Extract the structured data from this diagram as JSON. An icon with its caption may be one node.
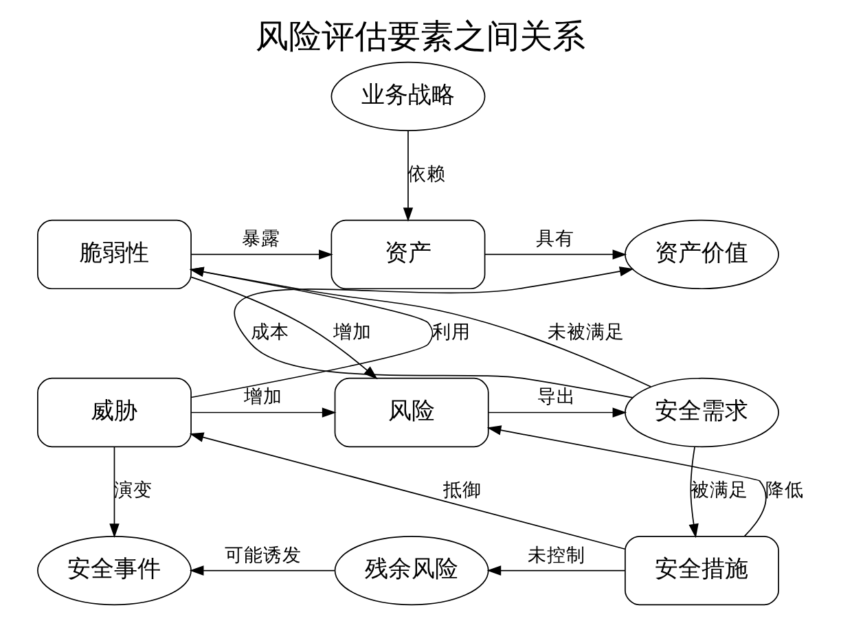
{
  "diagram": {
    "title": "风险评估要素之间关系",
    "nodes": [
      {
        "text": [
          "业务战略"
        ]
      },
      {
        "text": [
          "脆弱性"
        ]
      },
      {
        "text": [
          "资产"
        ]
      },
      {
        "text": [
          "资产价值"
        ]
      },
      {
        "text": [
          "威胁"
        ]
      },
      {
        "text": [
          "风险"
        ]
      },
      {
        "text": [
          "安全需求"
        ]
      },
      {
        "text": [
          "安全事件"
        ]
      },
      {
        "text": [
          "残余风险"
        ]
      },
      {
        "text": [
          "安全措施"
        ]
      }
    ],
    "edges": [
      {
        "from": 0,
        "to": 2,
        "arrow": "to",
        "label": "依赖"
      },
      {
        "from": 1,
        "to": 2,
        "arrow": "to",
        "label": "暴露"
      },
      {
        "from": 2,
        "to": 3,
        "arrow": "to",
        "label": "具有"
      },
      {
        "from": 6,
        "to": 1,
        "arrow": "to",
        "label": "未被满足"
      },
      {
        "from": 4,
        "to": 1,
        "arrow": "to",
        "label": "利用"
      },
      {
        "from": 1,
        "to": 5,
        "arrow": "to",
        "label": "增加"
      },
      {
        "from": 6,
        "to": 3,
        "arrow": "to",
        "label": "成本"
      },
      {
        "from": 4,
        "to": 5,
        "arrow": "to",
        "label": "增加"
      },
      {
        "from": 5,
        "to": 6,
        "arrow": "to",
        "label": "导出"
      },
      {
        "from": 9,
        "to": 5,
        "arrow": "to",
        "label": "降低"
      },
      {
        "from": 9,
        "to": 4,
        "arrow": "to",
        "label": "抵御"
      },
      {
        "from": 4,
        "to": 7,
        "arrow": "to",
        "label": "演变"
      },
      {
        "from": 6,
        "to": 9,
        "arrow": "to",
        "label": "被满足"
      },
      {
        "from": 8,
        "to": 7,
        "arrow": "to",
        "label": "可能诱发"
      },
      {
        "from": 9,
        "to": 8,
        "arrow": "to",
        "label": "未控制"
      }
    ]
  }
}
